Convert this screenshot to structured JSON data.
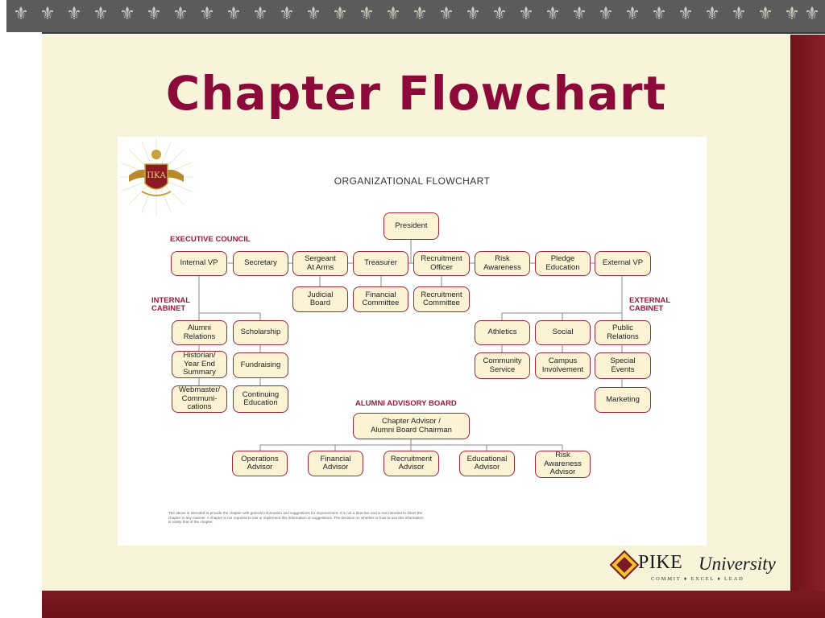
{
  "slide": {
    "title": "Chapter Flowchart"
  },
  "colors": {
    "title": "#8c0a3a",
    "accent_dark": "#7a1a22",
    "slide_bg": "#f7f4d9",
    "box_fill": "#fbf3d3",
    "box_border": "#9a2a3c",
    "section_label": "#a0183a"
  },
  "top_band": {
    "icon": "fleur-de-lis-icon"
  },
  "chart": {
    "heading": "ORGANIZATIONAL FLOWCHART",
    "labels": {
      "executive_council": "EXECUTIVE COUNCIL",
      "internal_cabinet": "INTERNAL\nCABINET",
      "external_cabinet": "EXTERNAL\nCABINET",
      "alumni_board": "ALUMNI ADVISORY BOARD"
    },
    "president": "President",
    "executive": {
      "internal_vp": "Internal VP",
      "secretary": "Secretary",
      "sergeant": "Sergeant\nAt Arms",
      "treasurer": "Treasurer",
      "recruitment_officer": "Recruitment\nOfficer",
      "risk_awareness": "Risk\nAwareness",
      "pledge_education": "Pledge\nEducation",
      "external_vp": "External VP"
    },
    "committees": {
      "judicial_board": "Judicial\nBoard",
      "financial_committee": "Financial\nCommittee",
      "recruitment_committee": "Recruitment\nCommittee"
    },
    "internal": {
      "alumni_relations": "Alumni\nRelations",
      "historian": "Historian/\nYear End\nSummary",
      "webmaster": "Webmaster/\nCommuni-\ncations",
      "scholarship": "Scholarship",
      "fundraising": "Fundraising",
      "continuing_education": "Continuing\nEducation"
    },
    "external": {
      "athletics": "Athletics",
      "community_service": "Community\nService",
      "social": "Social",
      "campus_involvement": "Campus\nInvolvement",
      "public_relations": "Public\nRelations",
      "special_events": "Special\nEvents",
      "marketing": "Marketing"
    },
    "alumni": {
      "chapter_advisor": "Chapter Advisor /\nAlumni Board Chairman",
      "operations_advisor": "Operations\nAdvisor",
      "financial_advisor": "Financial\nAdvisor",
      "recruitment_advisor": "Recruitment\nAdvisor",
      "educational_advisor": "Educational\nAdvisor",
      "risk_awareness_advisor": "Risk\nAwareness\nAdvisor"
    },
    "disclaimer": "The above is intended to provide the chapter with general information and suggestions for improvement. It is not a directive and is not intended to direct the chapter in any manner. A chapter is not required to use or implement this information or suggestions. The decision on whether or how to use this information is solely that of the chapter.",
    "crest": {
      "letters": "ΠΚΑ"
    }
  },
  "logo": {
    "pike": "PIKE",
    "university": "University",
    "tagline": "COMMIT ♦ EXCEL ♦ LEAD"
  }
}
